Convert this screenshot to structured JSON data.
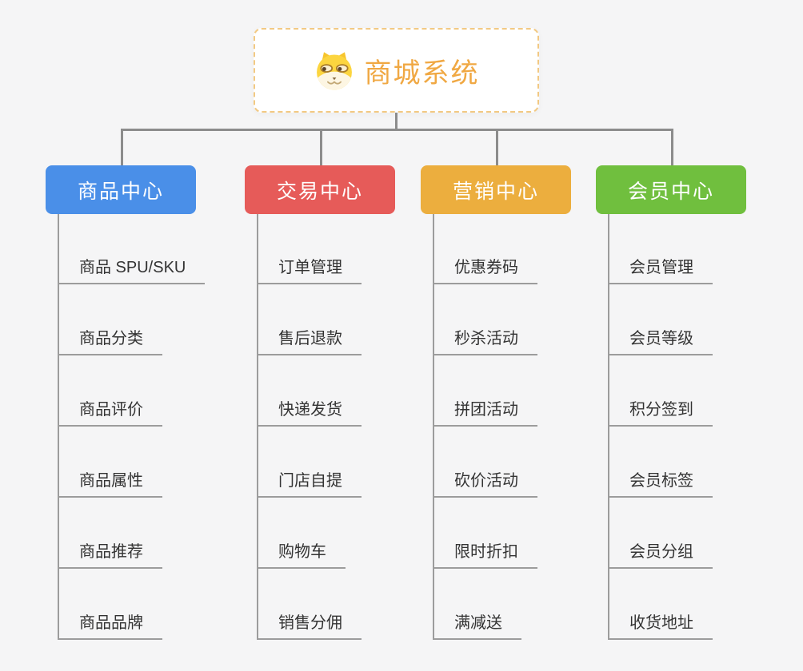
{
  "root": {
    "title": "商城系统",
    "icon": "dog-face-icon",
    "text_color": "#f0a843",
    "border_color": "#f2c983"
  },
  "colors": {
    "background": "#f5f5f6",
    "connector": "#8c8c8c",
    "leaf_line": "#9c9c9c",
    "leaf_text": "#333333",
    "branch_text": "#ffffff"
  },
  "branches": [
    {
      "label": "商品中心",
      "color": "#4a8fe8",
      "children": [
        "商品 SPU/SKU",
        "商品分类",
        "商品评价",
        "商品属性",
        "商品推荐",
        "商品品牌"
      ]
    },
    {
      "label": "交易中心",
      "color": "#e65b59",
      "children": [
        "订单管理",
        "售后退款",
        "快递发货",
        "门店自提",
        "购物车",
        "销售分佣"
      ]
    },
    {
      "label": "营销中心",
      "color": "#ecae3e",
      "children": [
        "优惠券码",
        "秒杀活动",
        "拼团活动",
        "砍价活动",
        "限时折扣",
        "满减送"
      ]
    },
    {
      "label": "会员中心",
      "color": "#70bf3e",
      "children": [
        "会员管理",
        "会员等级",
        "积分签到",
        "会员标签",
        "会员分组",
        "收货地址"
      ]
    }
  ]
}
